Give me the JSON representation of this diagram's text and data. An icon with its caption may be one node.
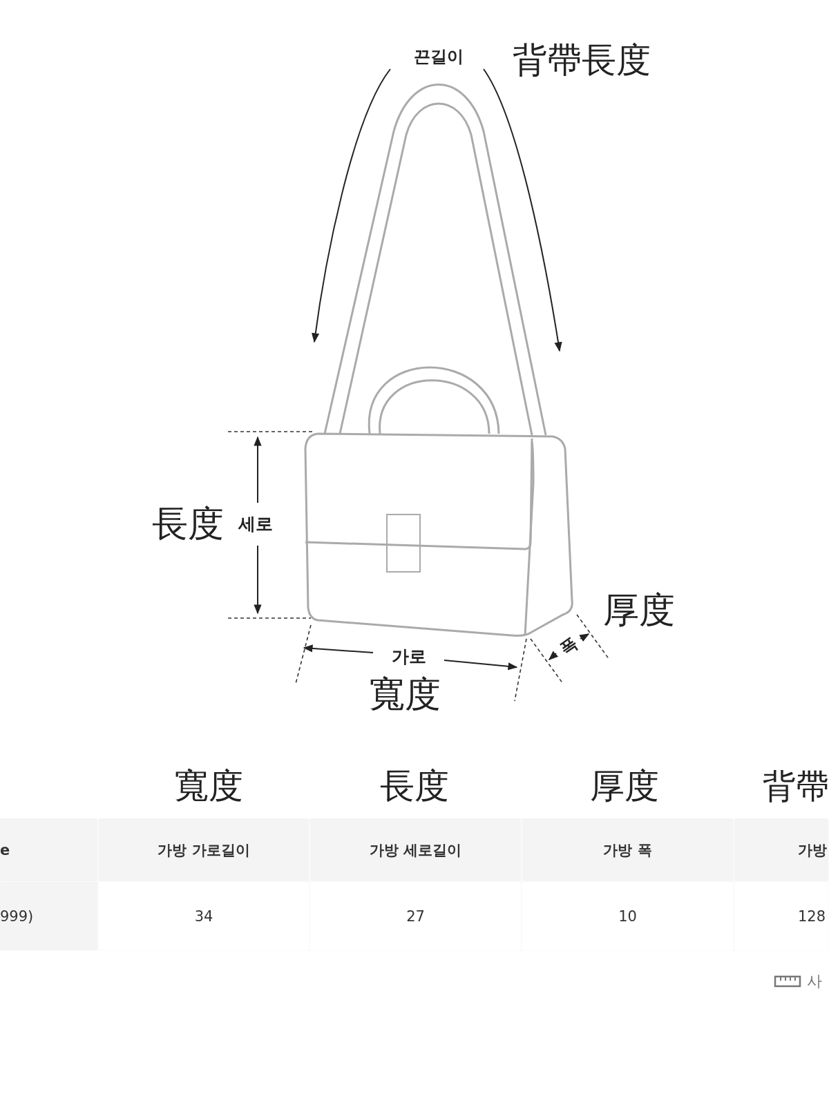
{
  "diagram": {
    "labels": [
      "끈길이",
      "背帶長度",
      "長度",
      "세로",
      "厚度",
      "가로",
      "폭",
      "寬度",
      "寬度",
      "長度",
      "厚度",
      "背帶",
      "e",
      "가방 가로길이",
      "가방 세로길이",
      "가방 폭",
      "가방",
      "999)",
      "34",
      "27",
      "10",
      "128",
      "사"
    ]
  }
}
